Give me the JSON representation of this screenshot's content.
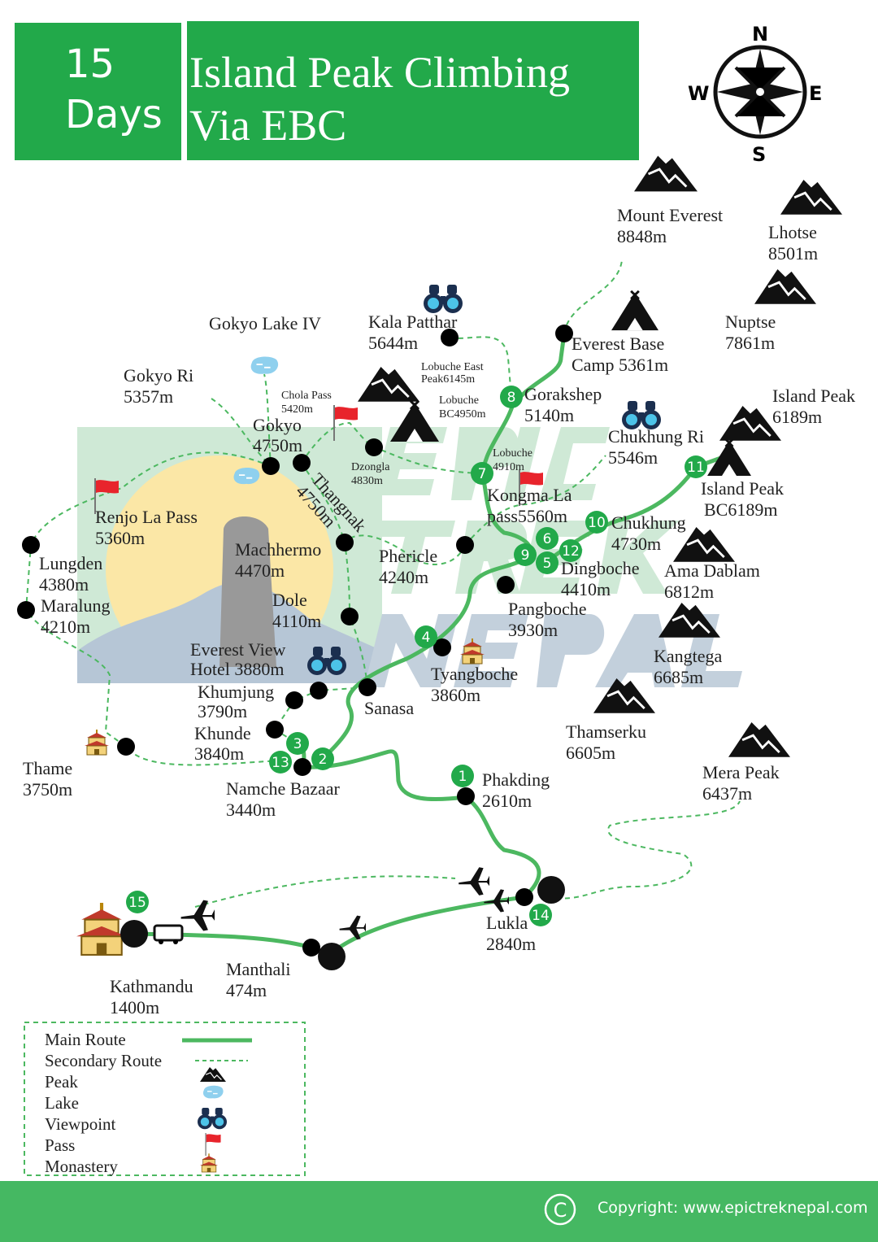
{
  "header": {
    "days_number": "15",
    "days_label": "Days",
    "title_line1": "Island Peak Climbing",
    "title_line2": "Via EBC"
  },
  "compass": {
    "n": "N",
    "s": "S",
    "e": "E",
    "w": "W"
  },
  "watermark": {
    "line1": "EPIC",
    "line2": "TREK",
    "line3": "NEPAL"
  },
  "places": {
    "everest": [
      "Mount Everest",
      "8848m"
    ],
    "lhotse": [
      "Lhotse",
      "8501m"
    ],
    "nuptse": [
      "Nuptse",
      "7861m"
    ],
    "ebc": [
      "Everest Base",
      "Camp 5361m"
    ],
    "kala": [
      "Kala Patthar",
      "5644m"
    ],
    "gokyo_lake": [
      "Gokyo Lake IV"
    ],
    "gokyo_ri": [
      "Gokyo Ri",
      "5357m"
    ],
    "lobuche_east": [
      "Lobuche East",
      "Peak6145m"
    ],
    "chola": [
      "Chola Pass",
      "5420m"
    ],
    "lobuche_bc": [
      "Lobuche",
      "BC4950m"
    ],
    "gorakshep": [
      "Gorakshep",
      "5140m"
    ],
    "gokyo": [
      "Gokyo",
      "4750m"
    ],
    "dzongla": [
      "Dzongla",
      "4830m"
    ],
    "lobuche": [
      "Lobuche",
      "4910m"
    ],
    "island_peak": [
      "Island Peak",
      "6189m"
    ],
    "chukhung_ri": [
      "Chukhung Ri",
      "5546m"
    ],
    "thangnak": [
      "Thangnak",
      "4750m"
    ],
    "renjo": [
      "Renjo La Pass",
      "5360m"
    ],
    "kongma": [
      "Kongma La",
      "pass5560m"
    ],
    "island_bc": [
      "Island Peak",
      "BC6189m"
    ],
    "chukhung": [
      "Chukhung",
      "4730m"
    ],
    "lungden": [
      "Lungden",
      "4380m"
    ],
    "machhermo": [
      "Machhermo",
      "4470m"
    ],
    "phericle": [
      "Phericle",
      "4240m"
    ],
    "dingboche": [
      "Dingboche",
      "4410m"
    ],
    "ama": [
      "Ama Dablam",
      "6812m"
    ],
    "maralung": [
      "Maralung",
      "4210m"
    ],
    "dole": [
      "Dole",
      "4110m"
    ],
    "pangboche": [
      "Pangboche",
      "3930m"
    ],
    "kangtega": [
      "Kangtega",
      "6685m"
    ],
    "evhotel": [
      "Everest View",
      "Hotel 3880m"
    ],
    "tyangboche": [
      "Tyangboche",
      "3860m"
    ],
    "khumjung": [
      "Khumjung",
      "3790m"
    ],
    "sanasa": [
      "Sanasa"
    ],
    "thamserku": [
      "Thamserku",
      "6605m"
    ],
    "khunde": [
      "Khunde",
      "3840m"
    ],
    "thame": [
      "Thame",
      "3750m"
    ],
    "mera": [
      "Mera Peak",
      "6437m"
    ],
    "phakding": [
      "Phakding",
      "2610m"
    ],
    "namche": [
      "Namche Bazaar",
      "3440m"
    ],
    "lukla": [
      "Lukla",
      "2840m"
    ],
    "manthali": [
      "Manthali",
      "474m"
    ],
    "kathmandu": [
      "Kathmandu",
      "1400m"
    ]
  },
  "stages": [
    "1",
    "2",
    "3",
    "4",
    "5",
    "6",
    "7",
    "8",
    "9",
    "10",
    "11",
    "12",
    "13",
    "14",
    "15"
  ],
  "legend": {
    "items": [
      "Main Route",
      "Secondary Route",
      "Peak",
      "Lake",
      "Viewpoint",
      "Pass",
      "Monastery"
    ]
  },
  "footer": {
    "copyright_symbol": "C",
    "copyright": "Copyright: www.epictreknepal.com"
  },
  "colors": {
    "green": "#22a94a",
    "route": "#4cb860",
    "flag": "#e8242c",
    "lake": "#8fd0ee"
  }
}
